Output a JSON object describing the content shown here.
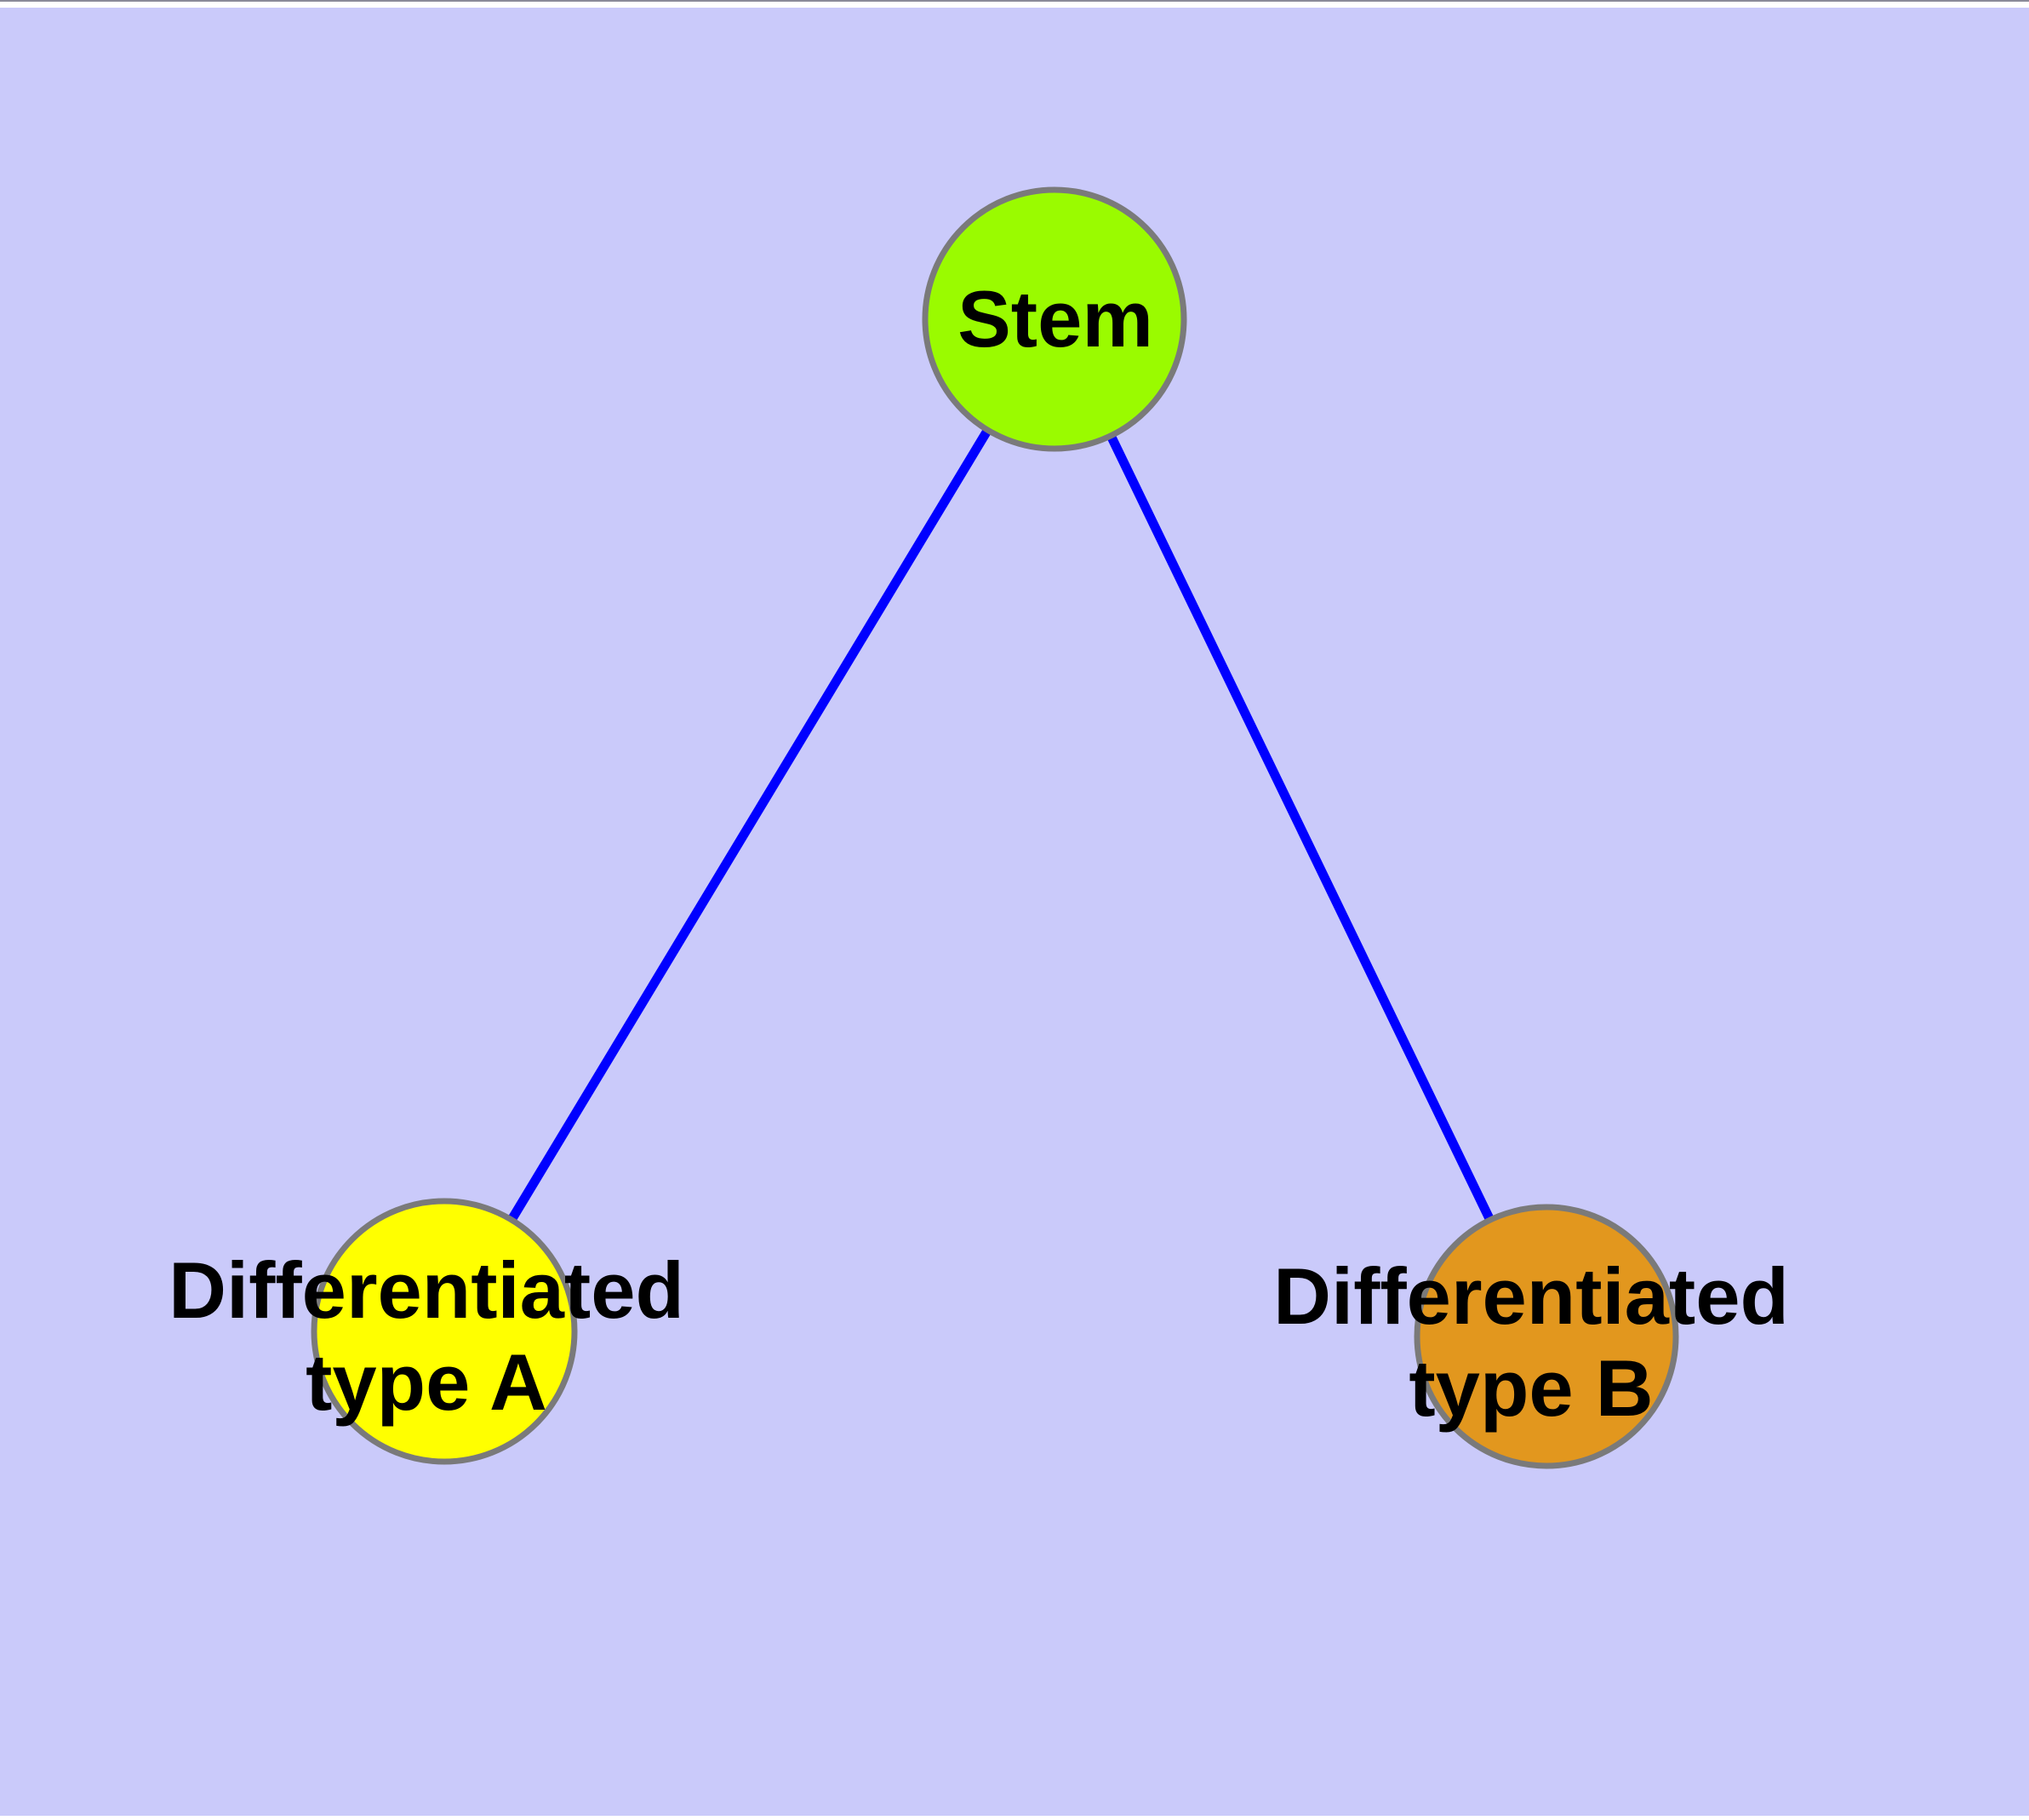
{
  "diagram": {
    "type": "graph",
    "description": "Tree diagram of a stem node differentiating into two cell types",
    "colors": {
      "background": "#CACAFA",
      "edge": "#0000FF",
      "node_border": "#7A7A7A",
      "text": "#000000",
      "top_edge_line": "#8A8A99",
      "edge_strip": "#FFFFFF"
    },
    "nodes": [
      {
        "id": "stem",
        "label": "Stem",
        "lines": [
          "Stem"
        ],
        "fill": "#9AFB00"
      },
      {
        "id": "differentiated-type-a",
        "label": "Differentiated type A",
        "lines": [
          "Differentiated",
          "type A"
        ],
        "fill": "#FFFF00"
      },
      {
        "id": "differentiated-type-b",
        "label": "Differentiated type B",
        "lines": [
          "Differentiated",
          "type B"
        ],
        "fill": "#E2971E"
      }
    ],
    "edges": [
      {
        "from": "Stem",
        "to": "Differentiated type A"
      },
      {
        "from": "Stem",
        "to": "Differentiated type B"
      }
    ]
  }
}
